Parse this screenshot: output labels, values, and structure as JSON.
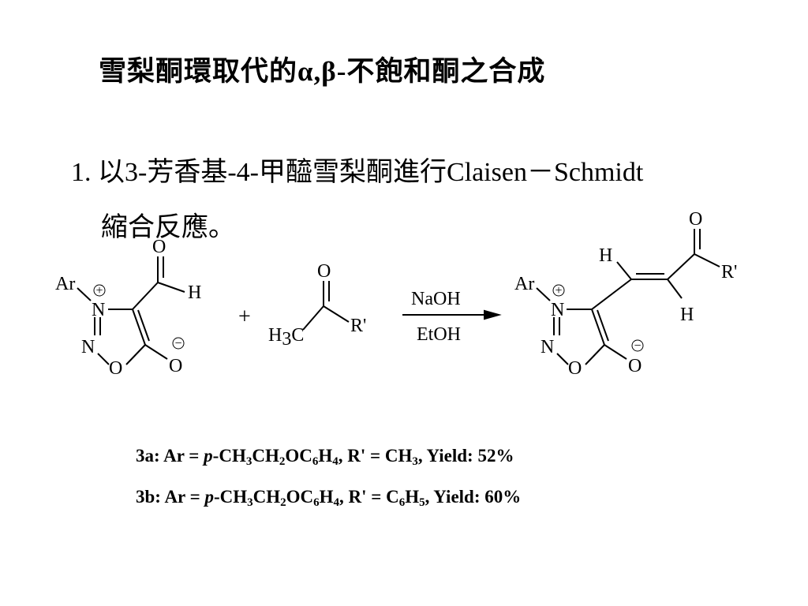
{
  "slide": {
    "title": "雪梨酮環取代的α,β-不飽和酮之合成",
    "bullet_number": "1.",
    "bullet_text": "以3-芳香基-4-甲醯雪梨酮進行Claisen－Schmidt",
    "bullet_text_cont": "縮合反應。"
  },
  "scheme": {
    "reactant1": {
      "aryl": "Ar",
      "n3": "N",
      "n2": "N",
      "o1": "O",
      "exo_o": "O",
      "ald_o": "O",
      "ald_h": "H",
      "pos_charge": "+",
      "neg_charge": "−"
    },
    "plus": "+",
    "reactant2": {
      "carbonyl_o": "O",
      "methyl_h": "H",
      "methyl_sub": "3",
      "methyl_c": "C",
      "r_group": "R'"
    },
    "reagent_top": "NaOH",
    "reagent_bottom": "EtOH",
    "product": {
      "aryl": "Ar",
      "n3": "N",
      "n2": "N",
      "o1": "O",
      "exo_o": "O",
      "vinyl_h_top": "H",
      "vinyl_h_bottom": "H",
      "carbonyl_o": "O",
      "r_group": "R'",
      "pos_charge": "+",
      "neg_charge": "−"
    }
  },
  "compounds": [
    {
      "id": "3a:",
      "ar_label": "Ar =",
      "ar_prefix": "p",
      "ar_formula": "-CH3CH2OC6H4",
      "r_label": "R' =",
      "r_formula": "CH3",
      "yield_label": "Yield:",
      "yield_value": "52%"
    },
    {
      "id": "3b:",
      "ar_label": "Ar =",
      "ar_prefix": "p",
      "ar_formula": "-CH3CH2OC6H4",
      "r_label": "R' =",
      "r_formula": "C6H5",
      "yield_label": "Yield:",
      "yield_value": "60%"
    }
  ]
}
